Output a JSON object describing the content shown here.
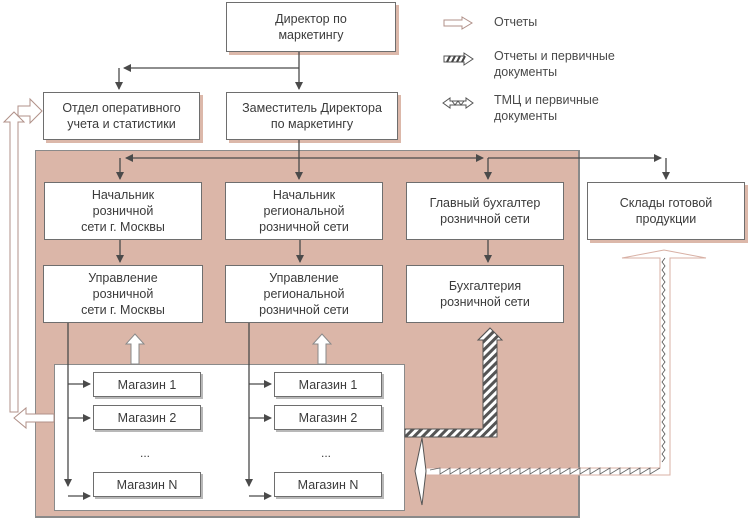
{
  "boxes": {
    "director": "Директор по\nмаркетингу",
    "accounting_dept": "Отдел оперативного\nучета и статистики",
    "deputy_director": "Заместитель Директора\nпо маркетингу",
    "moscow_head": "Начальник\nрозничной\nсети г. Москвы",
    "regional_head": "Начальник\nрегиональной\nрозничной сети",
    "chief_accountant": "Главный бухгалтер\nрозничной сети",
    "warehouses": "Склады готовой\nпродукции",
    "moscow_management": "Управление\nрозничной\nсети г. Москвы",
    "regional_management": "Управление\nрегиональной\nрозничной сети",
    "accounting": "Бухгалтерия\nрозничной сети"
  },
  "stores_left": [
    "Магазин 1",
    "Магазин 2",
    "...",
    "Магазин N"
  ],
  "stores_right": [
    "Магазин 1",
    "Магазин 2",
    "...",
    "Магазин N"
  ],
  "legend": [
    {
      "icon": "hollow-arrow-icon",
      "label": "Отчеты"
    },
    {
      "icon": "striped-arrow-icon",
      "label": "Отчеты и первичные\nдокументы"
    },
    {
      "icon": "wavy-double-arrow-icon",
      "label": "ТМЦ и первичные\nдокументы"
    }
  ],
  "colors": {
    "panel": "#dbb6a8",
    "shadow": "#dcb8aa",
    "line": "#4a4a4a"
  }
}
